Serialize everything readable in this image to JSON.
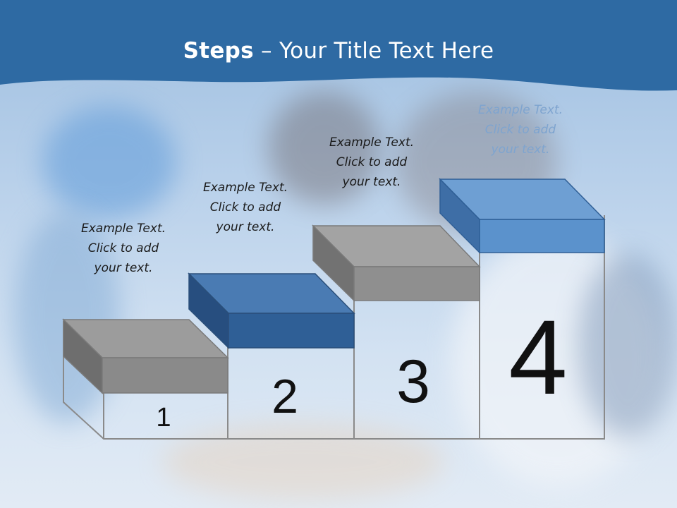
{
  "title": {
    "bold": "Steps",
    "rest": " – Your Title Text Here"
  },
  "steps": [
    {
      "number": "1",
      "caption": [
        "Example Text.",
        "Click  to add",
        "your text."
      ]
    },
    {
      "number": "2",
      "caption": [
        "Example Text.",
        "Click  to add",
        "your text."
      ]
    },
    {
      "number": "3",
      "caption": [
        "Example Text.",
        "Click  to add",
        "your text."
      ]
    },
    {
      "number": "4",
      "caption": [
        "Example Text.",
        "Click  to add",
        "your text."
      ]
    }
  ],
  "colors": {
    "header_blue": "#2e6aa3",
    "step_gray": "#8f8f8f",
    "step_dark_blue": "#2f5f96",
    "step_light_blue": "#5b92cc",
    "caption_light": "#7ea4cf"
  }
}
